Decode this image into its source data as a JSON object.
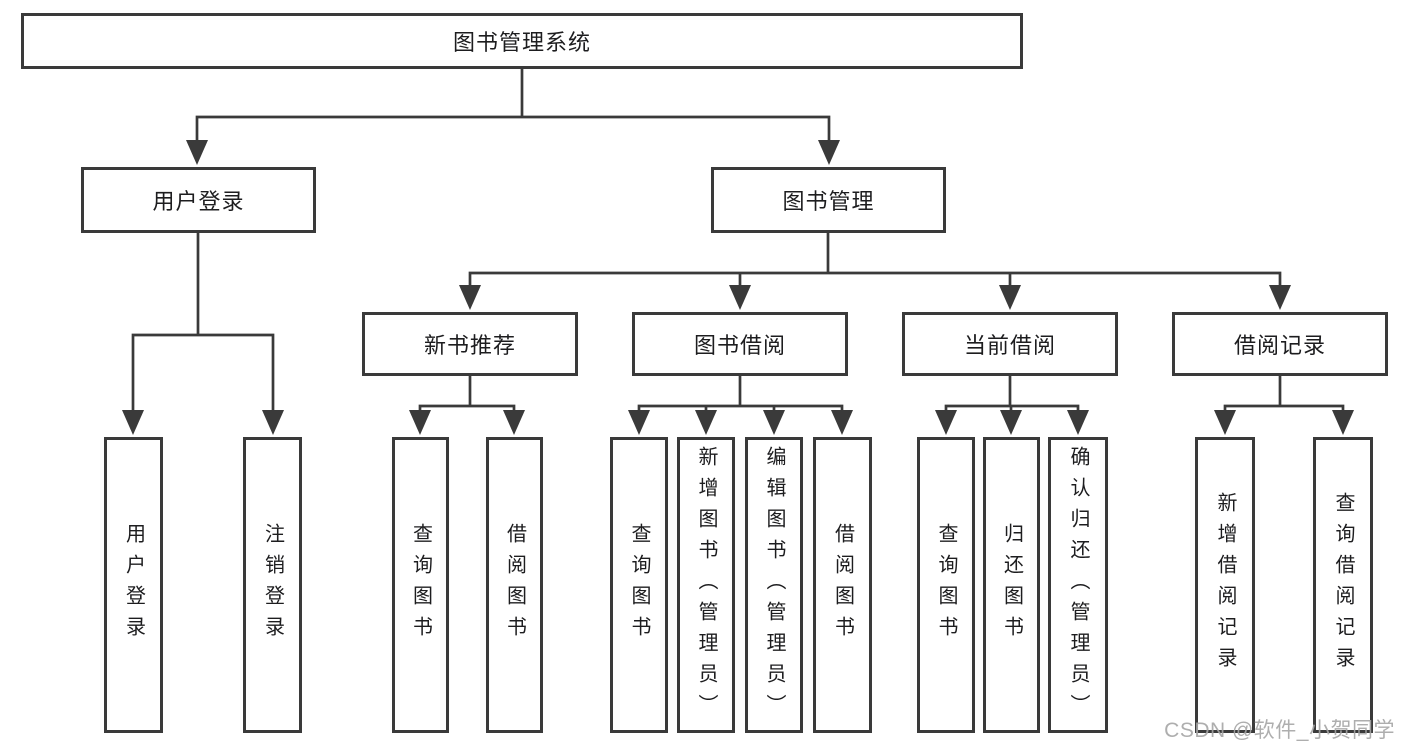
{
  "diagram": {
    "root_label": "图书管理系统",
    "level2": [
      {
        "label": "用户登录"
      },
      {
        "label": "图书管理"
      }
    ],
    "level3": [
      {
        "label": "新书推荐"
      },
      {
        "label": "图书借阅"
      },
      {
        "label": "当前借阅"
      },
      {
        "label": "借阅记录"
      }
    ],
    "leaves": {
      "login": [
        "用户登录",
        "注销登录"
      ],
      "newbook": [
        "查询图书",
        "借阅图书"
      ],
      "borrow": [
        "查询图书",
        "新增图书（管理员）",
        "编辑图书（管理员）",
        "借阅图书"
      ],
      "current": [
        "查询图书",
        "归还图书",
        "确认归还（管理员）"
      ],
      "records": [
        "新增借阅记录",
        "查询借阅记录"
      ]
    }
  },
  "watermark": {
    "text": "CSDN @软件_小贺同学"
  },
  "colors": {
    "line": "#3a3a3a",
    "text": "#1d1d1f",
    "watermark": "#a5a5a5",
    "background": "#ffffff"
  }
}
